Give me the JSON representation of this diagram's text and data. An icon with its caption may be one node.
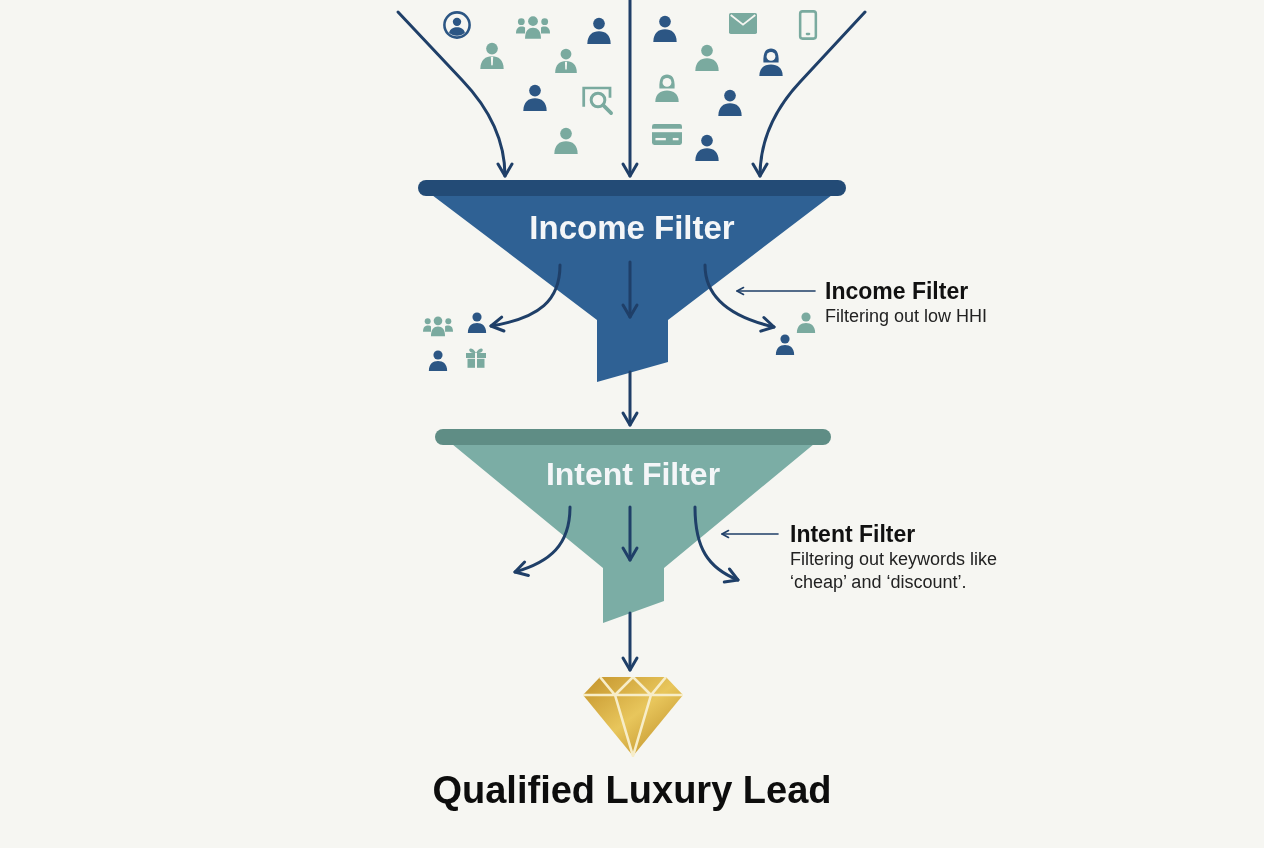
{
  "diagram": {
    "nodes": [
      {
        "text": [
          "Income Filter"
        ]
      },
      {
        "text": [],
        "shape": "picture"
      },
      {
        "text": [],
        "shape": "picture"
      },
      {
        "text": [
          "Income Filter",
          "Filtering out low HHI"
        ]
      },
      {
        "text": [
          "Intent Filter"
        ]
      },
      {
        "text": [
          "Intent Filter",
          "Filtering out keywords like ‘cheap’ and ‘discount’."
        ]
      },
      {
        "text": [
          "Qualified Luxury Lead"
        ]
      }
    ],
    "edges": [
      {
        "from": null,
        "to": 0,
        "arrow": "to"
      },
      {
        "from": null,
        "to": 0,
        "arrow": "to"
      },
      {
        "from": null,
        "to": 0,
        "arrow": "to"
      },
      {
        "from": 0,
        "to": 1,
        "arrow": "to"
      },
      {
        "from": 0,
        "to": 2,
        "arrow": "to"
      },
      {
        "from": 3,
        "to": 0,
        "arrow": "to"
      },
      {
        "from": 0,
        "to": 4,
        "arrow": "to"
      },
      {
        "from": 4,
        "to": null,
        "arrow": "to"
      },
      {
        "from": 4,
        "to": null,
        "arrow": "to"
      },
      {
        "from": 5,
        "to": 4,
        "arrow": "to"
      },
      {
        "from": 4,
        "to": 6,
        "arrow": "to"
      }
    ]
  }
}
